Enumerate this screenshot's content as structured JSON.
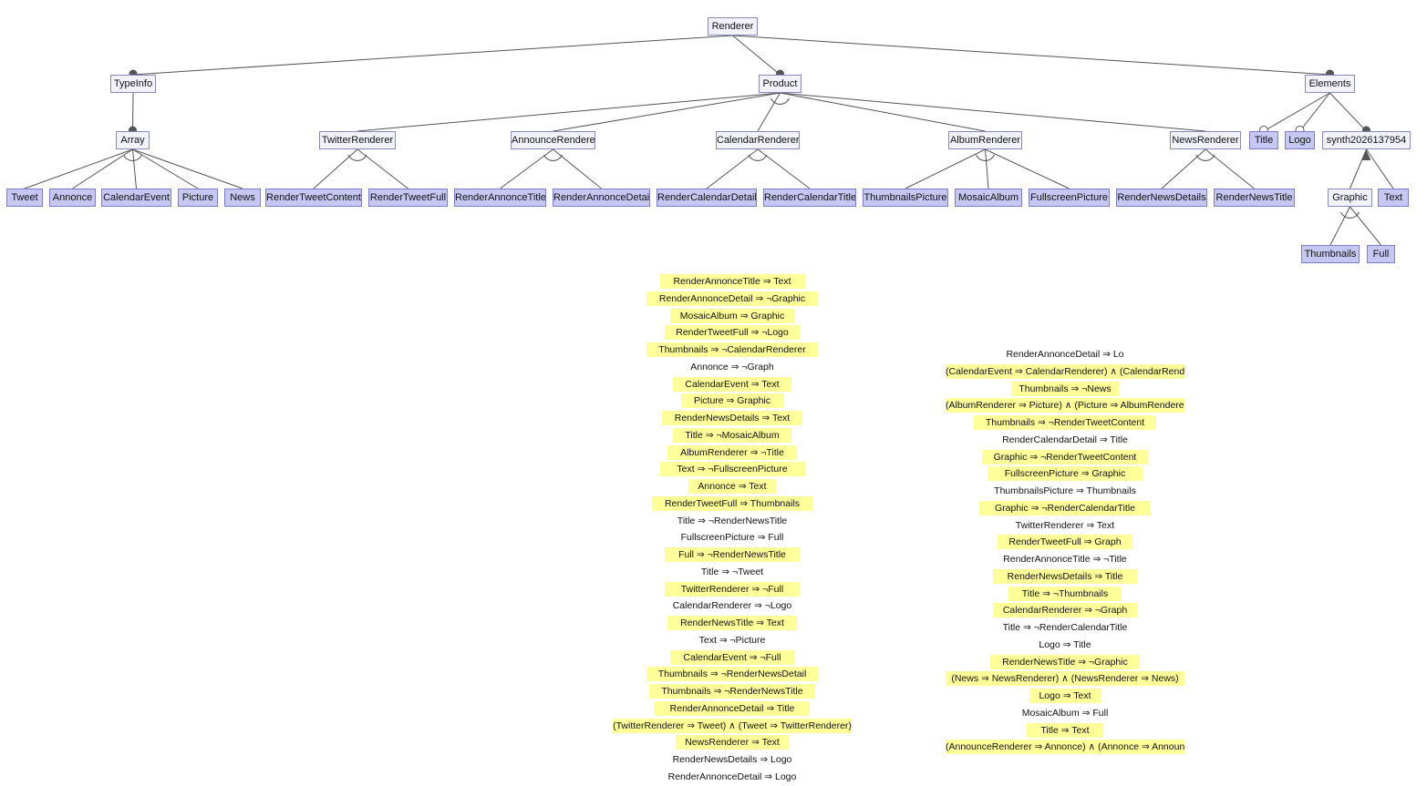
{
  "nodes": [
    {
      "id": "renderer",
      "label": "Renderer",
      "type": "abstract"
    },
    {
      "id": "typeinfo",
      "label": "TypeInfo",
      "type": "abstract"
    },
    {
      "id": "product",
      "label": "Product",
      "type": "abstract"
    },
    {
      "id": "elements",
      "label": "Elements",
      "type": "abstract"
    },
    {
      "id": "array",
      "label": "Array",
      "type": "abstract"
    },
    {
      "id": "tweet",
      "label": "Tweet",
      "type": "concrete"
    },
    {
      "id": "annonce",
      "label": "Annonce",
      "type": "concrete"
    },
    {
      "id": "calendarevent",
      "label": "CalendarEvent",
      "type": "concrete"
    },
    {
      "id": "picture",
      "label": "Picture",
      "type": "concrete"
    },
    {
      "id": "news",
      "label": "News",
      "type": "concrete"
    },
    {
      "id": "twitterrenderer",
      "label": "TwitterRenderer",
      "type": "abstract"
    },
    {
      "id": "announcerenderer",
      "label": "AnnounceRenderer",
      "type": "abstract"
    },
    {
      "id": "calendarrenderer",
      "label": "CalendarRenderer",
      "type": "abstract"
    },
    {
      "id": "albumrenderer",
      "label": "AlbumRenderer",
      "type": "abstract"
    },
    {
      "id": "newsrenderer",
      "label": "NewsRenderer",
      "type": "abstract"
    },
    {
      "id": "rendertweetcontent",
      "label": "RenderTweetContent",
      "type": "concrete"
    },
    {
      "id": "rendertweetfull",
      "label": "RenderTweetFull",
      "type": "concrete"
    },
    {
      "id": "renderannoncetitle",
      "label": "RenderAnnonceTitle",
      "type": "concrete"
    },
    {
      "id": "renderannoncedetail",
      "label": "RenderAnnonceDetail",
      "type": "concrete"
    },
    {
      "id": "rendercalendardetail",
      "label": "RenderCalendarDetail",
      "type": "concrete"
    },
    {
      "id": "rendercalendartitle",
      "label": "RenderCalendarTitle",
      "type": "concrete"
    },
    {
      "id": "thumbnailspicture",
      "label": "ThumbnailsPicture",
      "type": "concrete"
    },
    {
      "id": "mosaicalbum",
      "label": "MosaicAlbum",
      "type": "concrete"
    },
    {
      "id": "fullscreenpicture",
      "label": "FullscreenPicture",
      "type": "concrete"
    },
    {
      "id": "rendernewsdetails",
      "label": "RenderNewsDetails",
      "type": "concrete"
    },
    {
      "id": "rendernewstitle",
      "label": "RenderNewsTitle",
      "type": "concrete"
    },
    {
      "id": "title",
      "label": "Title",
      "type": "concrete"
    },
    {
      "id": "logo",
      "label": "Logo",
      "type": "concrete"
    },
    {
      "id": "synth",
      "label": "synth2026137954",
      "type": "abstract"
    },
    {
      "id": "graphic",
      "label": "Graphic",
      "type": "abstract"
    },
    {
      "id": "text",
      "label": "Text",
      "type": "concrete"
    },
    {
      "id": "thumbnails",
      "label": "Thumbnails",
      "type": "concrete"
    },
    {
      "id": "full",
      "label": "Full",
      "type": "concrete"
    }
  ],
  "edges": [
    {
      "parent": "renderer",
      "child": "typeinfo",
      "kind": "mandatory"
    },
    {
      "parent": "renderer",
      "child": "product",
      "kind": "mandatory"
    },
    {
      "parent": "renderer",
      "child": "elements",
      "kind": "mandatory"
    },
    {
      "parent": "typeinfo",
      "child": "array",
      "kind": "mandatory"
    },
    {
      "parent": "array",
      "child": "tweet",
      "kind": "group"
    },
    {
      "parent": "array",
      "child": "annonce",
      "kind": "group"
    },
    {
      "parent": "array",
      "child": "calendarevent",
      "kind": "group"
    },
    {
      "parent": "array",
      "child": "picture",
      "kind": "group"
    },
    {
      "parent": "array",
      "child": "news",
      "kind": "group"
    },
    {
      "parent": "product",
      "child": "twitterrenderer",
      "kind": "group"
    },
    {
      "parent": "product",
      "child": "announcerenderer",
      "kind": "group"
    },
    {
      "parent": "product",
      "child": "calendarrenderer",
      "kind": "group"
    },
    {
      "parent": "product",
      "child": "albumrenderer",
      "kind": "group"
    },
    {
      "parent": "product",
      "child": "newsrenderer",
      "kind": "group"
    },
    {
      "parent": "twitterrenderer",
      "child": "rendertweetcontent",
      "kind": "group"
    },
    {
      "parent": "twitterrenderer",
      "child": "rendertweetfull",
      "kind": "group"
    },
    {
      "parent": "announcerenderer",
      "child": "renderannoncetitle",
      "kind": "group"
    },
    {
      "parent": "announcerenderer",
      "child": "renderannoncedetail",
      "kind": "group"
    },
    {
      "parent": "calendarrenderer",
      "child": "rendercalendardetail",
      "kind": "group"
    },
    {
      "parent": "calendarrenderer",
      "child": "rendercalendartitle",
      "kind": "group"
    },
    {
      "parent": "albumrenderer",
      "child": "thumbnailspicture",
      "kind": "group"
    },
    {
      "parent": "albumrenderer",
      "child": "mosaicalbum",
      "kind": "group"
    },
    {
      "parent": "albumrenderer",
      "child": "fullscreenpicture",
      "kind": "group"
    },
    {
      "parent": "newsrenderer",
      "child": "rendernewsdetails",
      "kind": "group"
    },
    {
      "parent": "newsrenderer",
      "child": "rendernewstitle",
      "kind": "group"
    },
    {
      "parent": "elements",
      "child": "title",
      "kind": "optional"
    },
    {
      "parent": "elements",
      "child": "logo",
      "kind": "optional"
    },
    {
      "parent": "elements",
      "child": "synth",
      "kind": "mandatory"
    },
    {
      "parent": "synth",
      "child": "graphic",
      "kind": "group"
    },
    {
      "parent": "synth",
      "child": "text",
      "kind": "group"
    },
    {
      "parent": "graphic",
      "child": "thumbnails",
      "kind": "group"
    },
    {
      "parent": "graphic",
      "child": "full",
      "kind": "group"
    }
  ],
  "constraints_left": [
    {
      "text": "RenderAnnonceTitle ⇒ Text",
      "highlight": true
    },
    {
      "text": "RenderAnnonceDetail ⇒ ¬Graphic",
      "highlight": true
    },
    {
      "text": "MosaicAlbum ⇒ Graphic",
      "highlight": true
    },
    {
      "text": "RenderTweetFull ⇒ ¬Logo",
      "highlight": true
    },
    {
      "text": "Thumbnails ⇒ ¬CalendarRenderer",
      "highlight": true
    },
    {
      "text": "Annonce ⇒ ¬Graph",
      "highlight": false
    },
    {
      "text": "CalendarEvent ⇒ Text",
      "highlight": true
    },
    {
      "text": "Picture ⇒ Graphic",
      "highlight": true
    },
    {
      "text": "RenderNewsDetails ⇒ Text",
      "highlight": true
    },
    {
      "text": "Title ⇒ ¬MosaicAlbum",
      "highlight": true
    },
    {
      "text": "AlbumRenderer ⇒ ¬Title",
      "highlight": true
    },
    {
      "text": "Text ⇒ ¬FullscreenPicture",
      "highlight": true
    },
    {
      "text": "Annonce ⇒ Text",
      "highlight": true
    },
    {
      "text": "RenderTweetFull ⇒ Thumbnails",
      "highlight": true
    },
    {
      "text": "Title ⇒ ¬RenderNewsTitle",
      "highlight": false
    },
    {
      "text": "FullscreenPicture ⇒ Full",
      "highlight": false
    },
    {
      "text": "Full ⇒ ¬RenderNewsTitle",
      "highlight": true
    },
    {
      "text": "Title ⇒ ¬Tweet",
      "highlight": false
    },
    {
      "text": "TwitterRenderer ⇒ ¬Full",
      "highlight": true
    },
    {
      "text": "CalendarRenderer ⇒ ¬Logo",
      "highlight": false
    },
    {
      "text": "RenderNewsTitle ⇒ Text",
      "highlight": true
    },
    {
      "text": "Text ⇒ ¬Picture",
      "highlight": false
    },
    {
      "text": "CalendarEvent ⇒ ¬Full",
      "highlight": true
    },
    {
      "text": "Thumbnails ⇒ ¬RenderNewsDetail",
      "highlight": true
    },
    {
      "text": "Thumbnails ⇒ ¬RenderNewsTitle",
      "highlight": true
    },
    {
      "text": "RenderAnnonceDetail ⇒ Title",
      "highlight": true
    },
    {
      "text": "(TwitterRenderer ⇒ Tweet) ∧ (Tweet ⇒ TwitterRenderer)",
      "highlight": true
    },
    {
      "text": "NewsRenderer ⇒ Text",
      "highlight": true
    },
    {
      "text": "RenderNewsDetails ⇒ Logo",
      "highlight": false
    },
    {
      "text": "RenderAnnonceDetail ⇒ Logo",
      "highlight": false
    }
  ],
  "constraints_right": [
    {
      "text": "RenderAnnonceDetail ⇒ Lo",
      "highlight": false
    },
    {
      "text": "(CalendarEvent ⇒ CalendarRenderer) ∧ (CalendarRenderer ⇒ CalendarEvent)",
      "highlight": true
    },
    {
      "text": "Thumbnails ⇒ ¬News",
      "highlight": true
    },
    {
      "text": "(AlbumRenderer ⇒ Picture) ∧ (Picture ⇒ AlbumRenderer)",
      "highlight": true
    },
    {
      "text": "Thumbnails ⇒ ¬RenderTweetContent",
      "highlight": true
    },
    {
      "text": "RenderCalendarDetail ⇒ Title",
      "highlight": false
    },
    {
      "text": "Graphic ⇒ ¬RenderTweetContent",
      "highlight": true
    },
    {
      "text": "FullscreenPicture ⇒ Graphic",
      "highlight": true
    },
    {
      "text": "ThumbnailsPicture ⇒ Thumbnails",
      "highlight": false
    },
    {
      "text": "Graphic ⇒ ¬RenderCalendarTitle",
      "highlight": true
    },
    {
      "text": "TwitterRenderer ⇒ Text",
      "highlight": false
    },
    {
      "text": "RenderTweetFull ⇒ Graph",
      "highlight": true
    },
    {
      "text": "RenderAnnonceTitle ⇒ ¬Title",
      "highlight": false
    },
    {
      "text": "RenderNewsDetails ⇒ Title",
      "highlight": true
    },
    {
      "text": "Title ⇒ ¬Thumbnails",
      "highlight": true
    },
    {
      "text": "CalendarRenderer ⇒ ¬Graph",
      "highlight": true
    },
    {
      "text": "Title ⇒ ¬RenderCalendarTitle",
      "highlight": false
    },
    {
      "text": "Logo ⇒ Title",
      "highlight": false
    },
    {
      "text": "RenderNewsTitle ⇒ ¬Graphic",
      "highlight": true
    },
    {
      "text": "(News ⇒ NewsRenderer) ∧ (NewsRenderer ⇒ News)",
      "highlight": true
    },
    {
      "text": "Logo ⇒ Text",
      "highlight": true
    },
    {
      "text": "MosaicAlbum ⇒ Full",
      "highlight": false
    },
    {
      "text": "Title ⇒ Text",
      "highlight": true
    },
    {
      "text": "(AnnounceRenderer ⇒ Annonce) ∧ (Annonce ⇒ AnnounceRenderer)",
      "highlight": true
    }
  ]
}
